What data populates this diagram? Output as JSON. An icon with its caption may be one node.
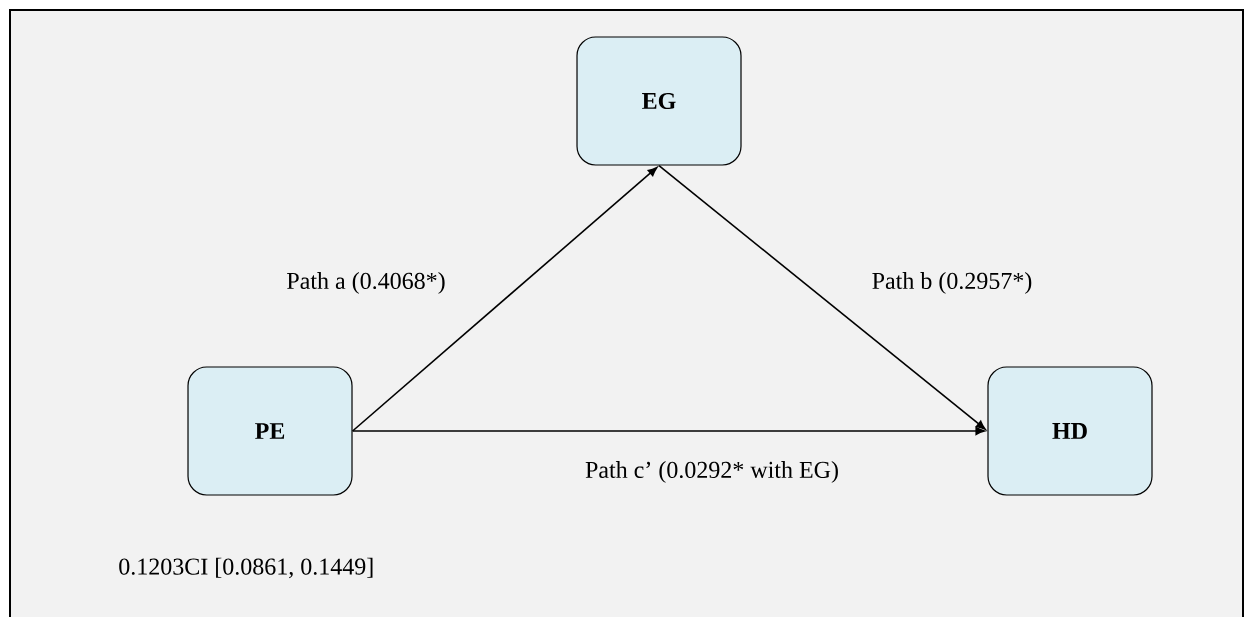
{
  "diagram": {
    "nodes": [
      {
        "text": [
          "EG"
        ]
      },
      {
        "text": [
          "PE"
        ]
      },
      {
        "text": [
          "HD"
        ]
      }
    ],
    "edges": [
      {
        "from": 1,
        "to": 0,
        "arrow": "to",
        "label": "Path a (0.4068*)"
      },
      {
        "from": 0,
        "to": 2,
        "arrow": "to",
        "label": "Path b (0.2957*)"
      },
      {
        "from": 1,
        "to": 2,
        "arrow": "to",
        "label": "Path c’ (0.0292* with EG)"
      }
    ],
    "labels": [
      "0.1203CI [0.0861, 0.1449]"
    ]
  }
}
